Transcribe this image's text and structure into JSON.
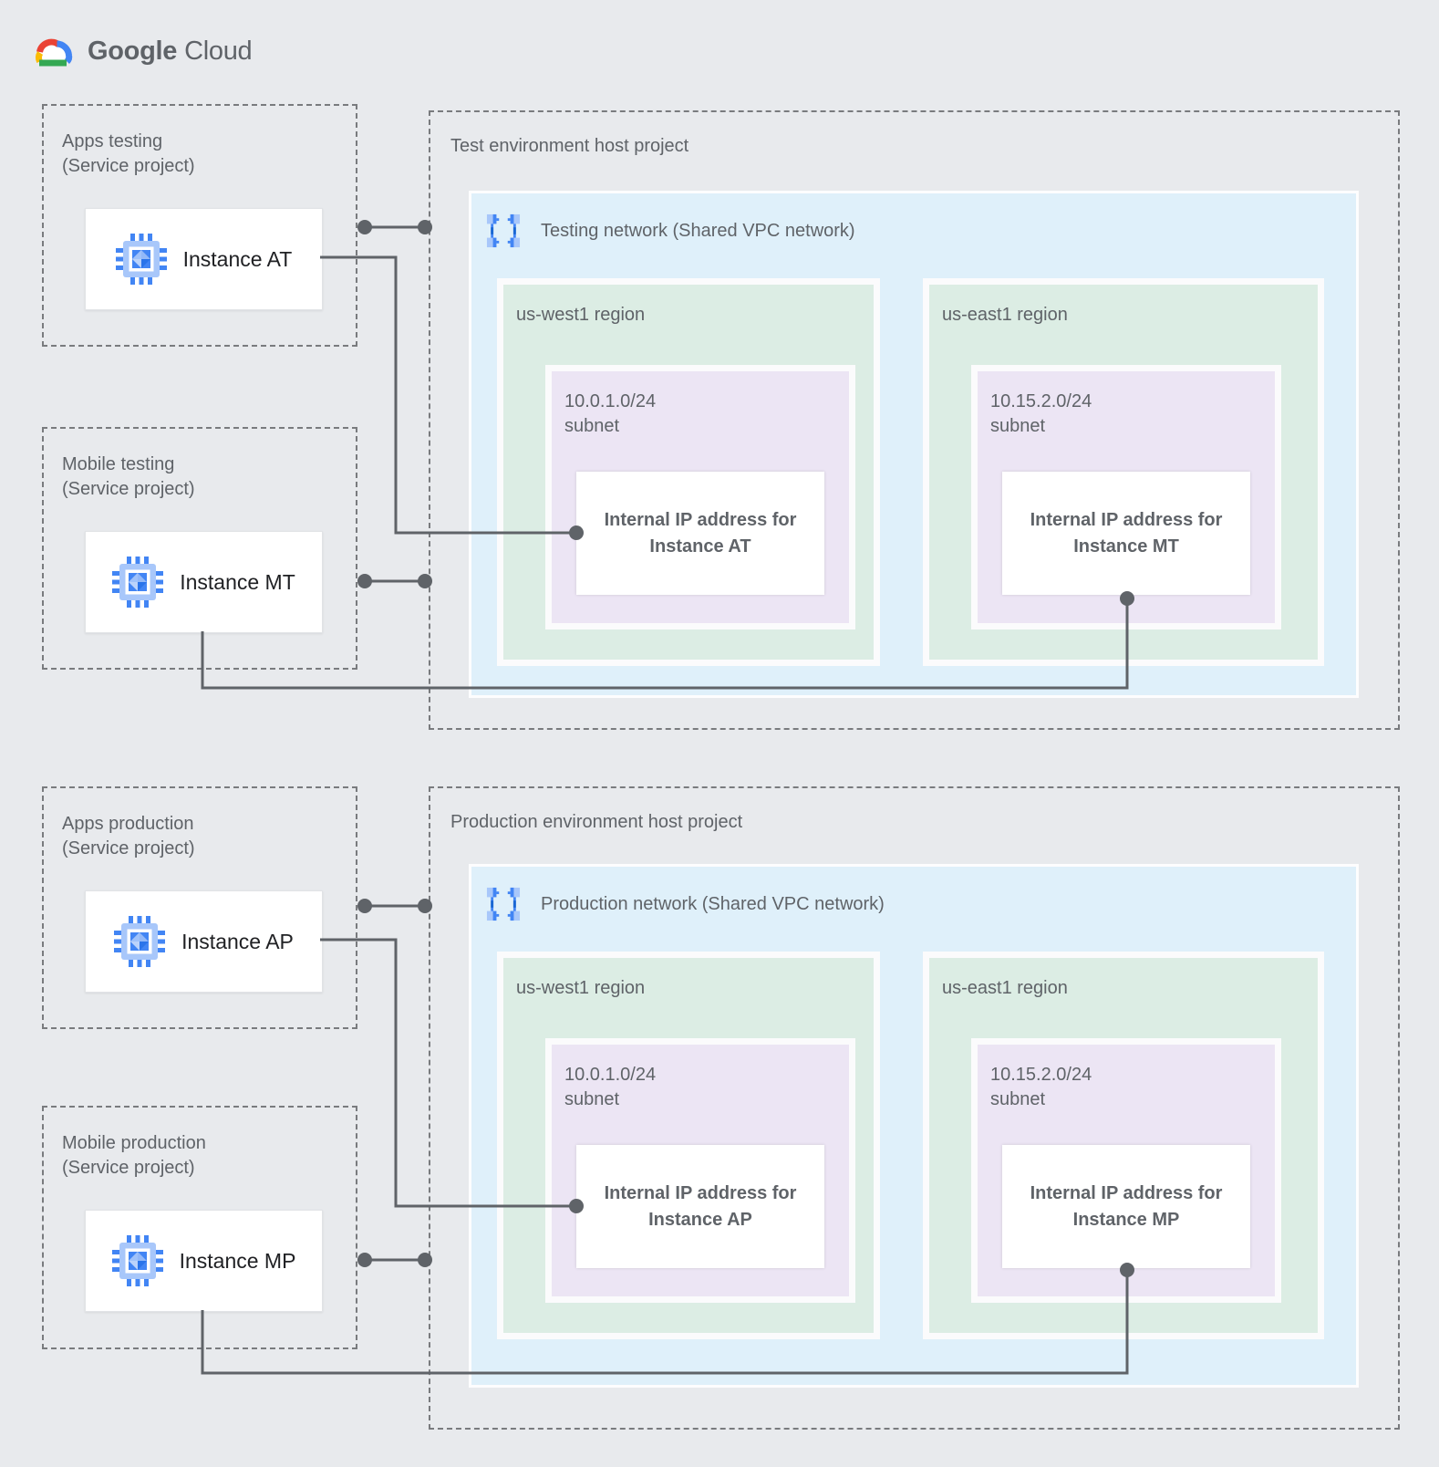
{
  "logo": {
    "google": "Google",
    "cloud": "Cloud"
  },
  "colors": {
    "background": "#E8EAED",
    "network_fill": "#DFF0FA",
    "region_fill": "#DCEDE4",
    "subnet_fill": "#ECE5F4",
    "card_fill": "#FFFFFF",
    "connector": "#5F6368",
    "label_text": "#5F6368",
    "instance_text": "#202124",
    "google_blue": "#4285F4",
    "google_red": "#EA4335",
    "google_yellow": "#FBBC04",
    "google_green": "#34A853",
    "icon_light_blue": "#A8C7FA"
  },
  "test": {
    "host_title": "Test environment host project",
    "network_title": "Testing network (Shared VPC network)",
    "apps_project": {
      "title": "Apps testing",
      "subtitle": "(Service project)",
      "instance": "Instance AT"
    },
    "mobile_project": {
      "title": "Mobile testing",
      "subtitle": "(Service project)",
      "instance": "Instance MT"
    },
    "west_region": {
      "title": "us-west1 region",
      "cidr": "10.0.1.0/24",
      "subnet_label": "subnet",
      "ip_card": "Internal IP address for Instance AT"
    },
    "east_region": {
      "title": "us-east1 region",
      "cidr": "10.15.2.0/24",
      "subnet_label": "subnet",
      "ip_card": "Internal IP address for Instance MT"
    }
  },
  "production": {
    "host_title": "Production environment host project",
    "network_title": "Production network (Shared VPC network)",
    "apps_project": {
      "title": "Apps production",
      "subtitle": "(Service project)",
      "instance": "Instance AP"
    },
    "mobile_project": {
      "title": "Mobile production",
      "subtitle": "(Service project)",
      "instance": "Instance MP"
    },
    "west_region": {
      "title": "us-west1 region",
      "cidr": "10.0.1.0/24",
      "subnet_label": "subnet",
      "ip_card": "Internal IP address for Instance AP"
    },
    "east_region": {
      "title": "us-east1 region",
      "cidr": "10.15.2.0/24",
      "subnet_label": "subnet",
      "ip_card": "Internal IP address for Instance MP"
    }
  }
}
